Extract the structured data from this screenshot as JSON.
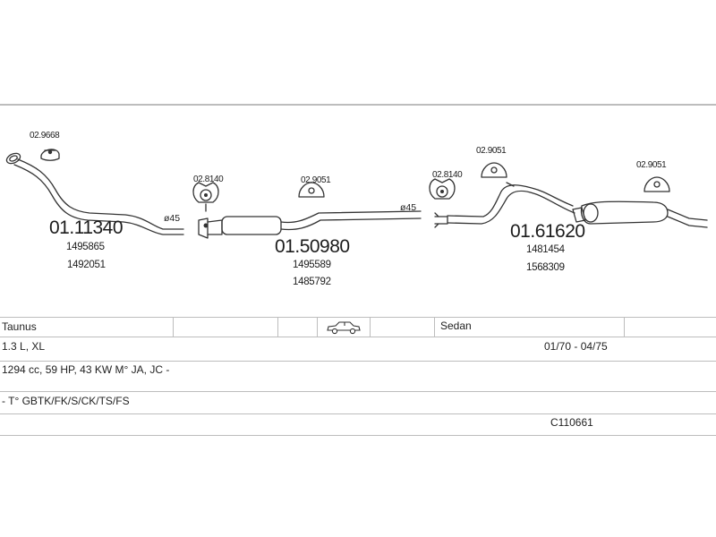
{
  "parts": [
    {
      "number": "01.11340",
      "refs": [
        "1495865",
        "1492051"
      ]
    },
    {
      "number": "01.50980",
      "refs": [
        "1495589",
        "1485792"
      ]
    },
    {
      "number": "01.61620",
      "refs": [
        "1481454",
        "1568309"
      ]
    }
  ],
  "mounts": [
    "02.9668",
    "02.8140",
    "02.9051",
    "02.8140",
    "02.9051",
    "02.9051"
  ],
  "diameters": [
    "ø45",
    "ø45"
  ],
  "table": {
    "model": "Taunus",
    "body_icon": "car-sedan-icon",
    "body_type": "Sedan",
    "engine": "1.3 L, XL",
    "period": "01/70 - 04/75",
    "spec": "1294 cc, 59 HP, 43 KW M° JA, JC -",
    "types": "- T° GBTK/FK/S/CK/TS/FS",
    "code": "C110661"
  },
  "colors": {
    "line": "#bdbdbd",
    "pipe": "#333333",
    "text": "#1c1c1c"
  }
}
